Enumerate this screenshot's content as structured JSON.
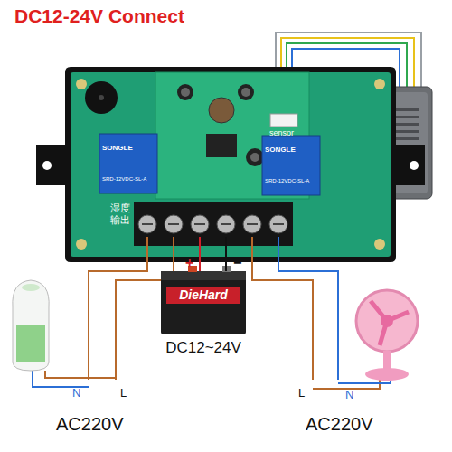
{
  "diagram": {
    "title": "DC12-24V Connect",
    "nodes": [
      {
        "text": [
          "湿度输出",
          "sensor"
        ]
      },
      {
        "text": [
          "DieHard",
          "DC12~24V"
        ]
      }
    ],
    "edges": [
      {
        "from": 0,
        "to": 1,
        "label": "+",
        "arrow": "none"
      },
      {
        "from": 0,
        "to": 1,
        "label": "−",
        "arrow": "none"
      }
    ],
    "labels": [
      "SONGLE",
      "SRD-12VDC-SL-A",
      "SONGLE",
      "SRD-12VDC-SL-A",
      "N",
      "L",
      "AC220V",
      "L",
      "N",
      "AC220V"
    ]
  }
}
